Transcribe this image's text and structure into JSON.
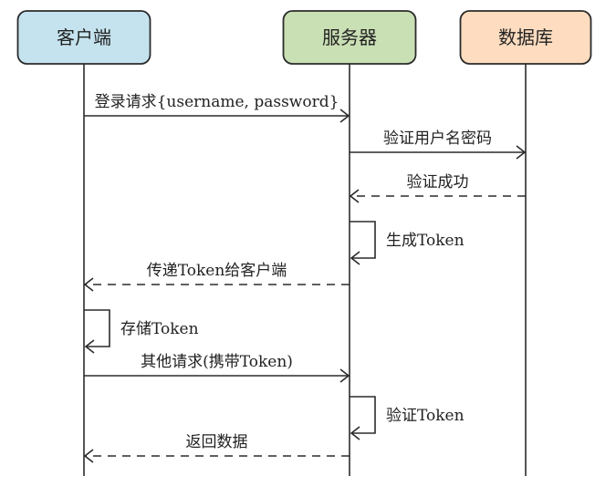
{
  "participants": [
    {
      "id": "client",
      "label": "客户端",
      "fill": "#c5e3ee"
    },
    {
      "id": "server",
      "label": "服务器",
      "fill": "#c9dfb4"
    },
    {
      "id": "database",
      "label": "数据库",
      "fill": "#fddcbf"
    }
  ],
  "messages": [
    {
      "from": "client",
      "to": "server",
      "label": "登录请求{username, password}",
      "style": "solid"
    },
    {
      "from": "server",
      "to": "database",
      "label": "验证用户名密码",
      "style": "solid"
    },
    {
      "from": "database",
      "to": "server",
      "label": "验证成功",
      "style": "dashed"
    },
    {
      "from": "server",
      "to": "server",
      "label": "生成Token",
      "style": "self"
    },
    {
      "from": "server",
      "to": "client",
      "label": "传递Token给客户端",
      "style": "dashed"
    },
    {
      "from": "client",
      "to": "client",
      "label": "存储Token",
      "style": "self"
    },
    {
      "from": "client",
      "to": "server",
      "label": "其他请求(携带Token)",
      "style": "solid"
    },
    {
      "from": "server",
      "to": "server",
      "label": "验证Token",
      "style": "self"
    },
    {
      "from": "server",
      "to": "client",
      "label": "返回数据",
      "style": "dashed"
    }
  ]
}
